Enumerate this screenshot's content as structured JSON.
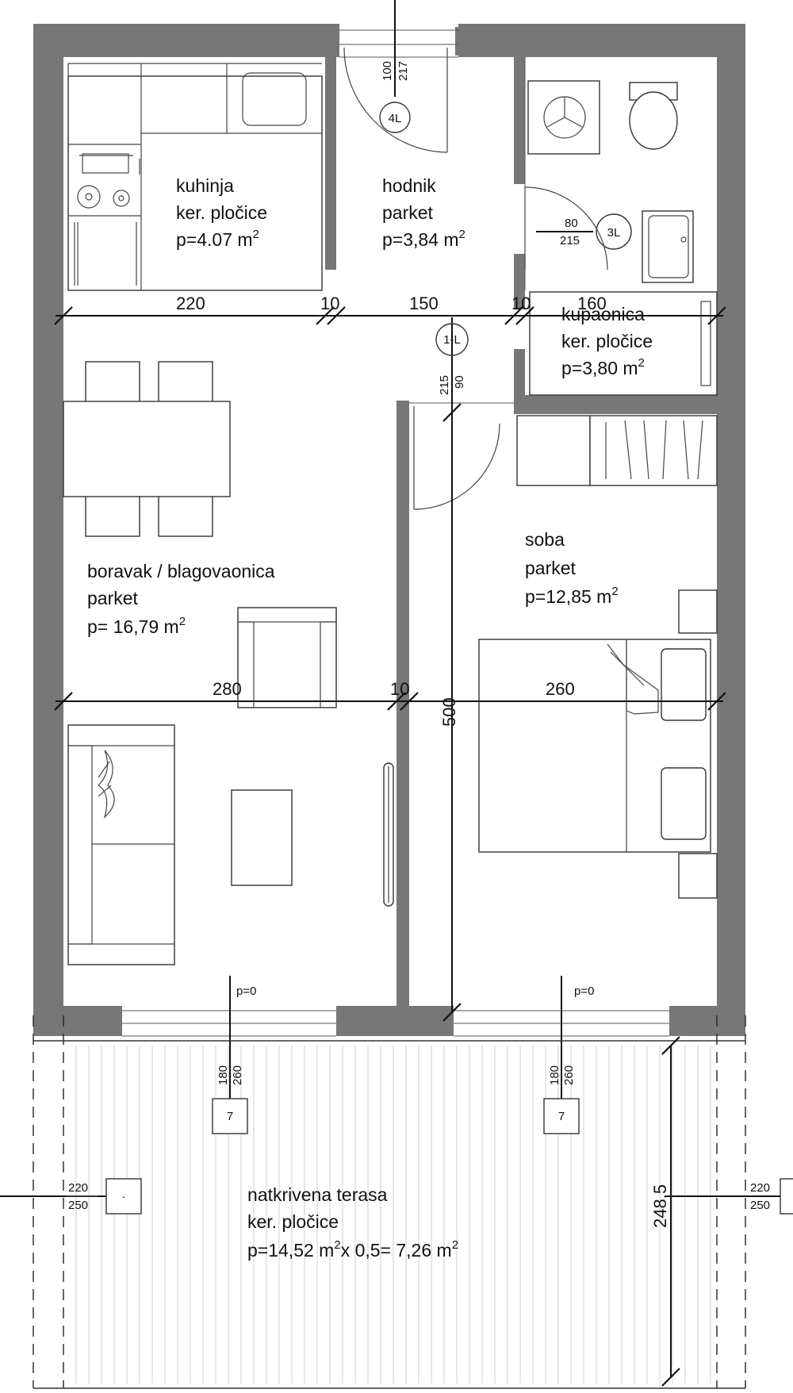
{
  "rooms": {
    "kitchen": {
      "name": "kuhinja",
      "floor": "ker. pločice",
      "area": "p=4.07 m",
      "sup": "2"
    },
    "hall": {
      "name": "hodnik",
      "floor": "parket",
      "area": "p=3,84 m",
      "sup": "2"
    },
    "bath": {
      "name": "kupaonica",
      "floor": "ker. pločice",
      "area": "p=3,80 m",
      "sup": "2"
    },
    "living": {
      "name": "boravak / blagovaonica",
      "floor": "parket",
      "area": "p= 16,79 m",
      "sup": "2"
    },
    "bedroom": {
      "name": "soba",
      "floor": "parket",
      "area": "p=12,85 m",
      "sup": "2"
    },
    "terrace": {
      "name": "natkrivena terasa",
      "floor": "ker. pločice",
      "area_a": "p=14,52 m",
      "sup_a": "2",
      "area_b": "x 0,5= 7,26 m",
      "sup_b": "2"
    }
  },
  "dimensions": {
    "top": [
      "220",
      "10",
      "150",
      "10",
      "160"
    ],
    "middle": [
      "280",
      "10",
      "260"
    ],
    "vertical_500": "500",
    "terrace_depth": "248.5"
  },
  "openings": {
    "door_4l": {
      "tag": "4L",
      "w": "100",
      "h": "217"
    },
    "door_3l": {
      "tag": "3L",
      "w": "80",
      "h": "215"
    },
    "door_1l": {
      "tag": "1-L",
      "w": "90",
      "h": "215"
    },
    "window_7_left": {
      "tag": "7",
      "w": "180",
      "h": "260",
      "sill": "p=0"
    },
    "window_7_right": {
      "tag": "7",
      "w": "180",
      "h": "260",
      "sill": "p=0"
    },
    "window_left": {
      "w": "220",
      "h": "250",
      "symbol": "·"
    },
    "window_right": {
      "w": "220",
      "h": "250"
    }
  }
}
